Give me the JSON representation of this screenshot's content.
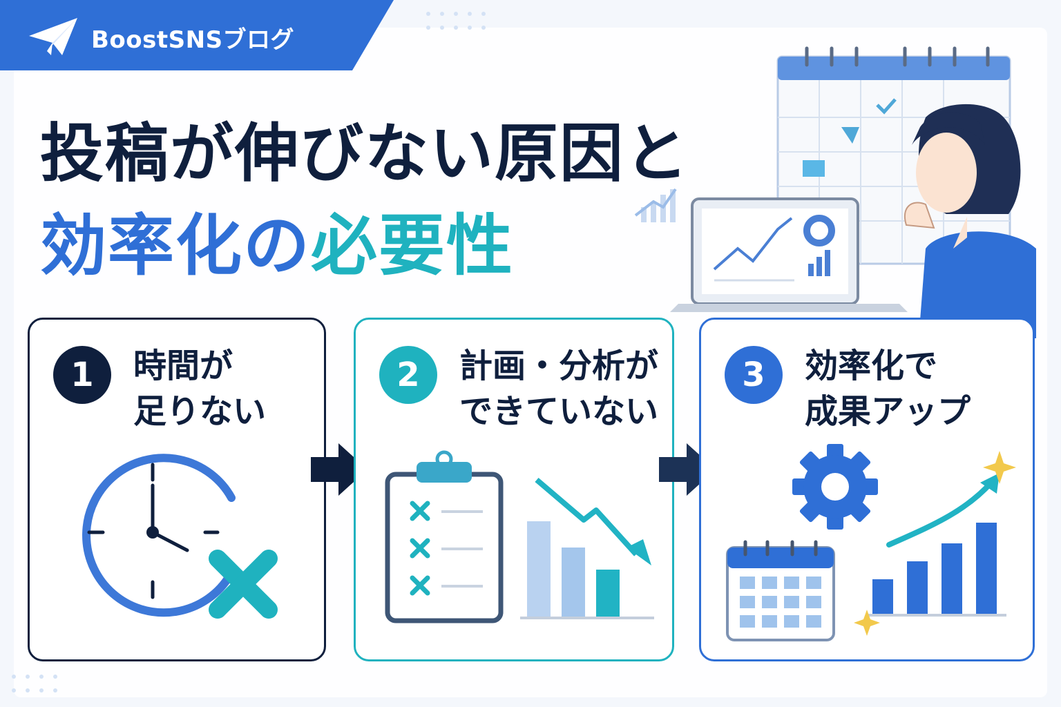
{
  "brand": {
    "name": "BoostSNSブログ"
  },
  "title": {
    "line1": "投稿が伸びない原因と",
    "line2_part1": "効率化の",
    "line2_part2": "必要性"
  },
  "steps": [
    {
      "number": "1",
      "line1": "時間が",
      "line2": "足りない"
    },
    {
      "number": "2",
      "line1": "計画・分析が",
      "line2": "できていない"
    },
    {
      "number": "3",
      "line1": "効率化で",
      "line2": "成果アップ"
    }
  ],
  "colors": {
    "navy": "#0f1f3d",
    "blue": "#2f6fd6",
    "teal": "#1fb2bf",
    "light_blue": "#a9c9ee",
    "gold": "#f2c94c"
  },
  "icons": [
    "paper-plane-icon",
    "clock-icon",
    "cross-icon",
    "clipboard-icon",
    "declining-chart-icon",
    "gear-icon",
    "calendar-icon",
    "growth-chart-icon",
    "sparkle-icon",
    "arrow-right-icon"
  ]
}
